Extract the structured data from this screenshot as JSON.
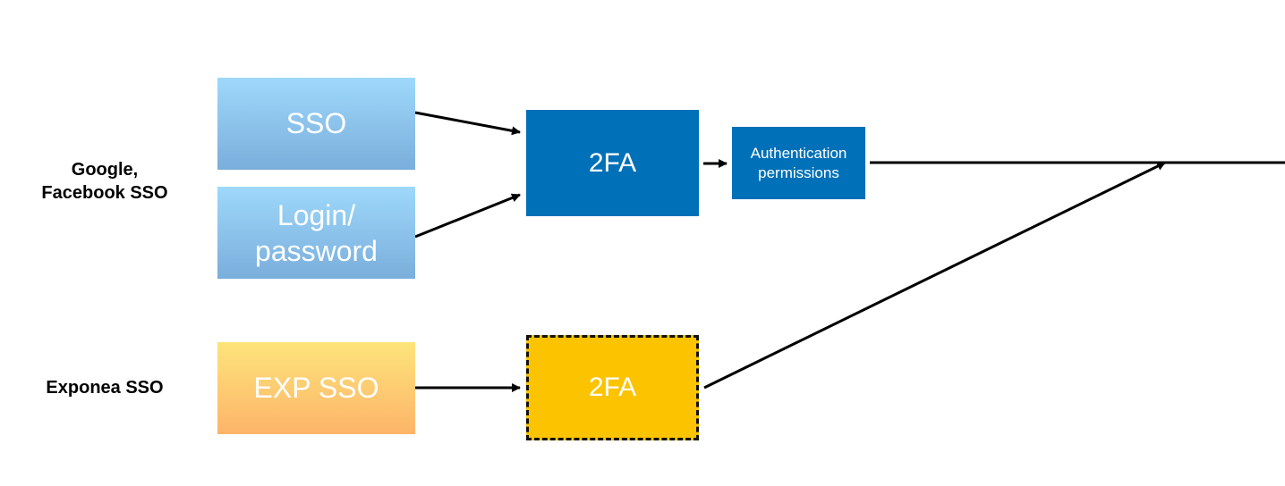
{
  "groups": {
    "social_label": "Google,\nFacebook SSO",
    "exponea_label": "Exponea SSO"
  },
  "nodes": {
    "sso": "SSO",
    "login_line1": "Login/",
    "login_line2": "password",
    "exp_sso": "EXP SSO",
    "twofa_primary": "2FA",
    "twofa_optional": "2FA",
    "auth_line1": "Authentication",
    "auth_line2": "permissions"
  },
  "colors": {
    "light_blue_top": "#9ed8fb",
    "light_blue_bottom": "#7aaedb",
    "orange_top": "#fde47b",
    "orange_bottom": "#fdb469",
    "primary_blue": "#0070b8",
    "yellow": "#fcc300",
    "connector": "#000000"
  },
  "edges": [
    {
      "from": "sso",
      "to": "twofa_primary"
    },
    {
      "from": "login",
      "to": "twofa_primary"
    },
    {
      "from": "twofa_primary",
      "to": "auth"
    },
    {
      "from": "exp_sso",
      "to": "twofa_optional"
    },
    {
      "from": "twofa_optional",
      "to": "merge"
    },
    {
      "from": "auth",
      "to": "output"
    }
  ]
}
